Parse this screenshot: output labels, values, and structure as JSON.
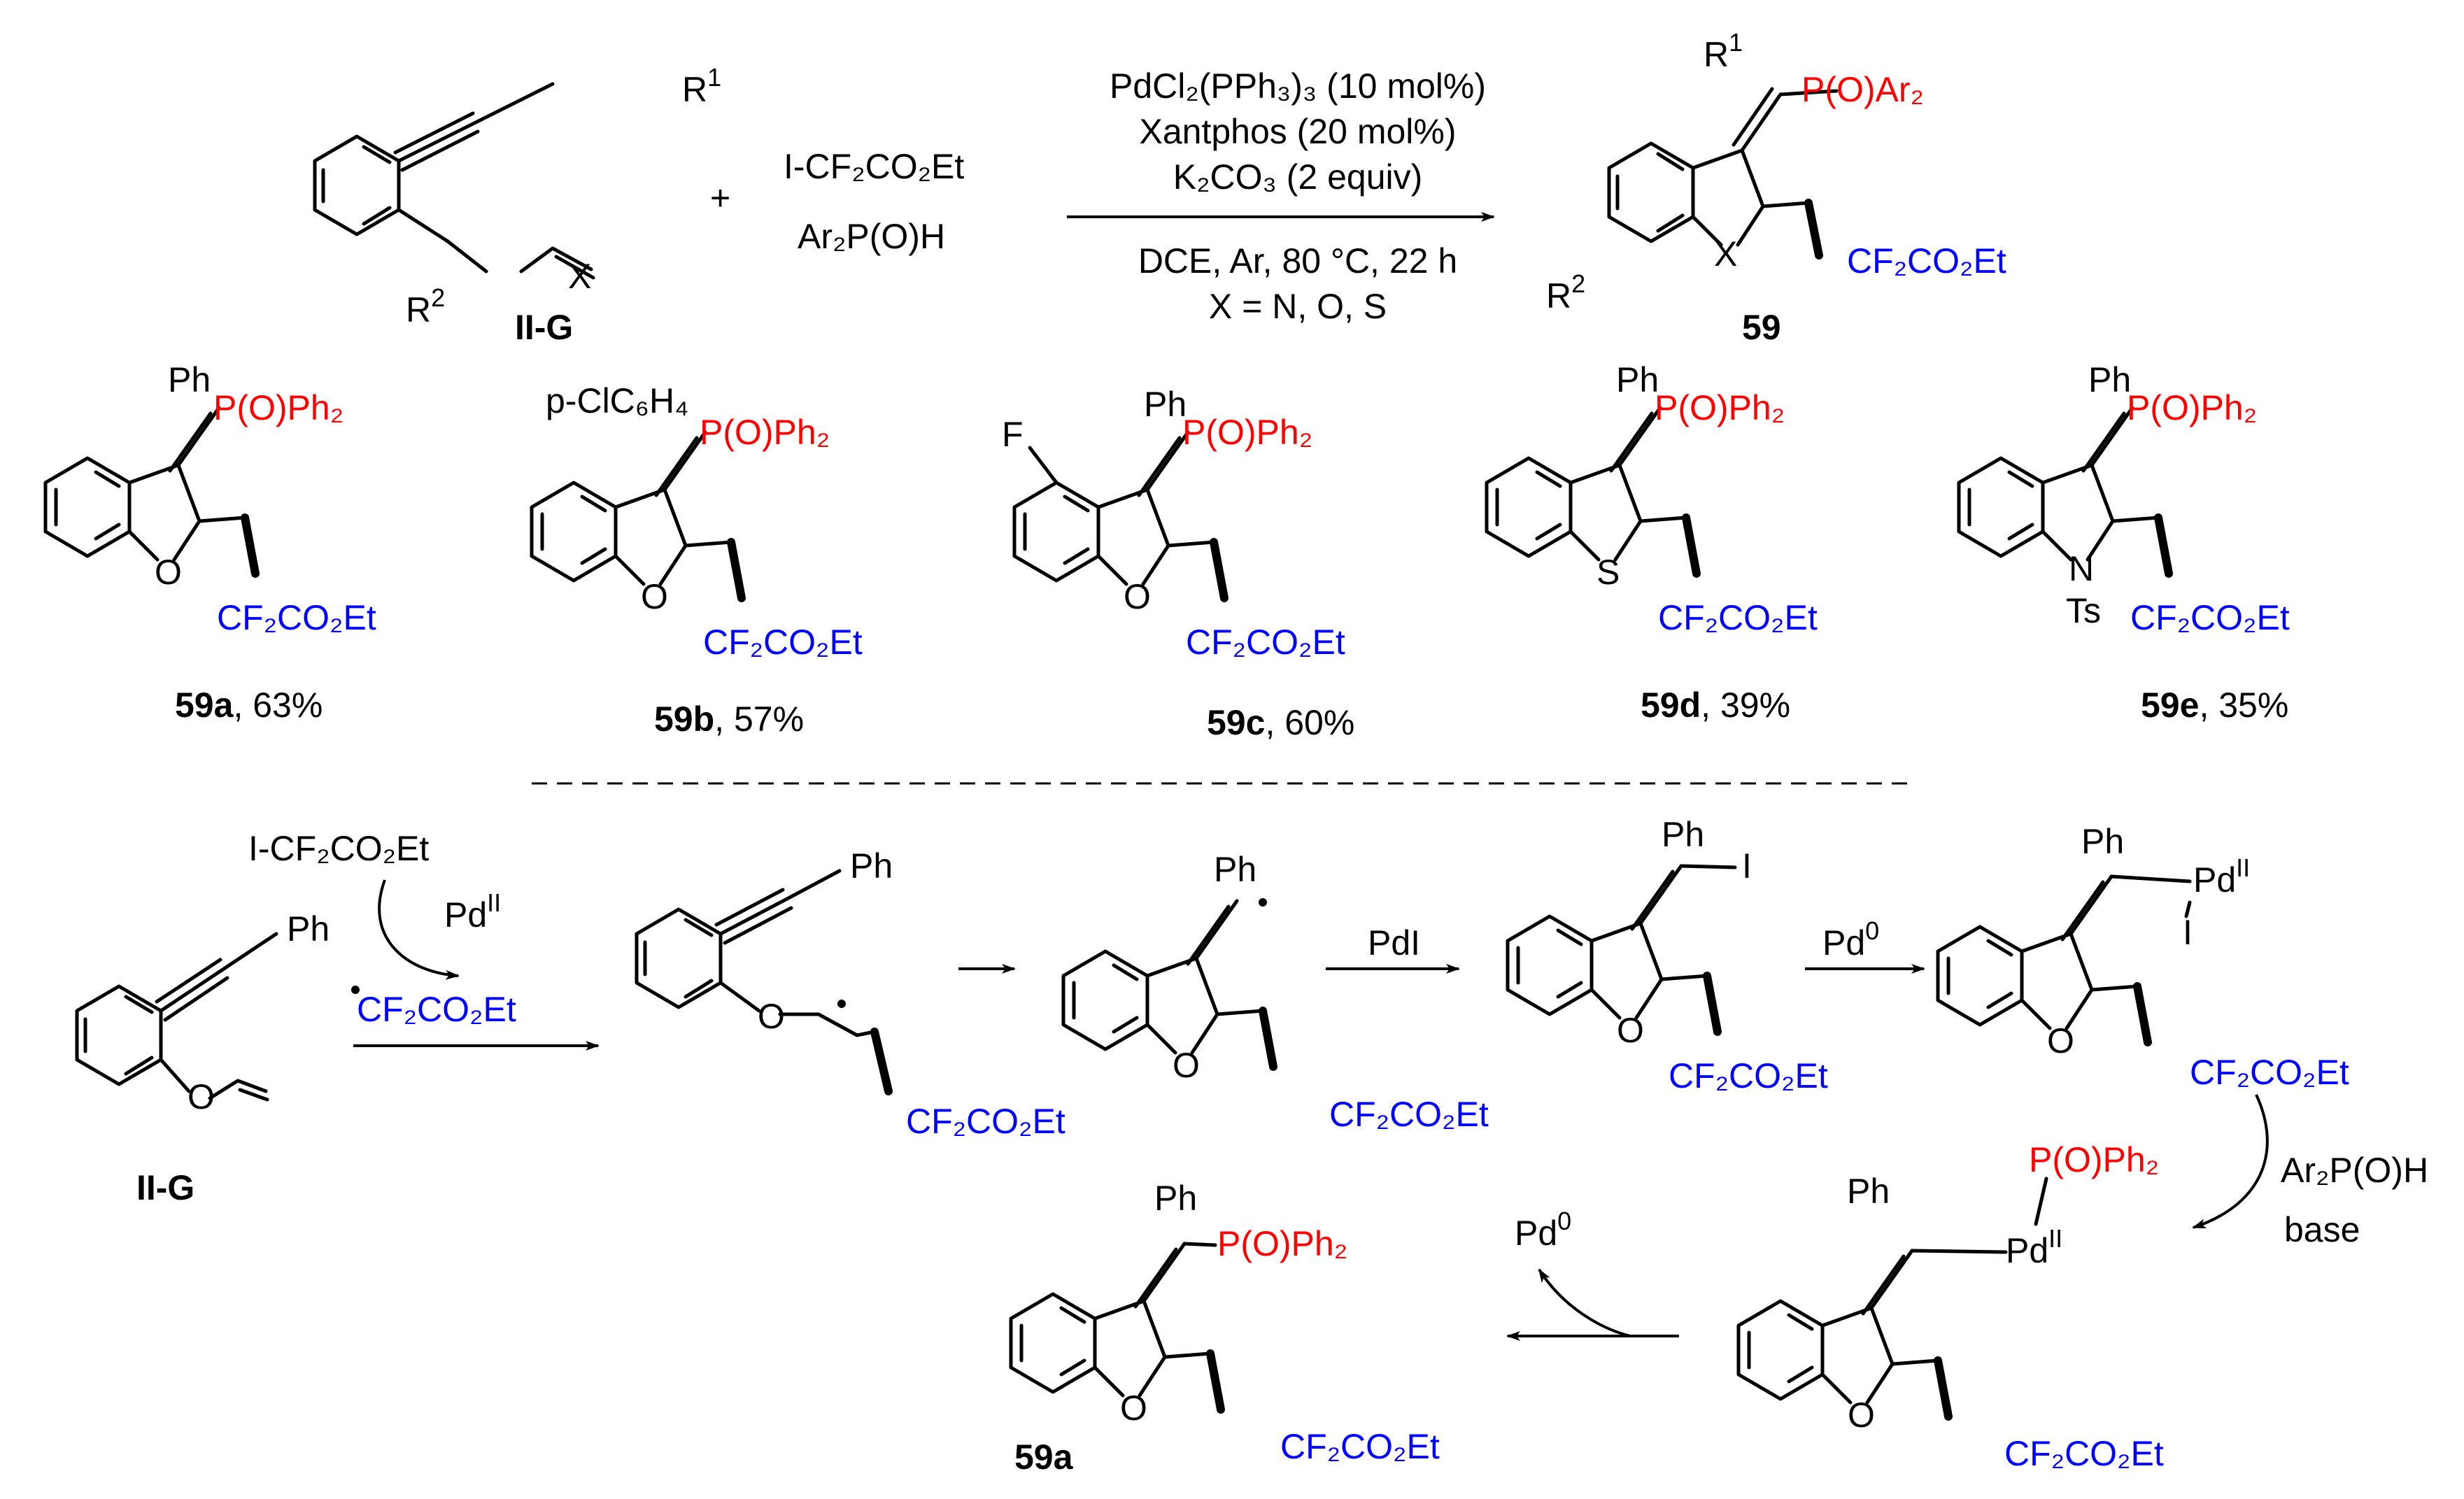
{
  "colors": {
    "phosphine_group": "#ff0000",
    "fluoroalkyl_group": "#0000ff",
    "default": "#000000"
  },
  "top": {
    "substrate_label": "II-G",
    "substituent_r1": "R",
    "substituent_r1_sup": "1",
    "substituent_r2": "R",
    "substituent_r2_sup": "2",
    "heteroatom_x": "X",
    "plus": "+",
    "reagent_1": "I-CF₂CO₂Et",
    "reagent_2": "Ar₂P(O)H",
    "conditions_above": [
      "PdCl₂(PPh₃)₃ (10 mol%)",
      "Xantphos (20 mol%)",
      "K₂CO₃ (2 equiv)"
    ],
    "conditions_below": [
      "DCE, Ar, 80 °C, 22 h",
      "X = N, O, S"
    ],
    "product_label": "59",
    "product_p_group": "P(O)Ar₂",
    "product_cf2_group": "CF₂CO₂Et"
  },
  "examples": [
    {
      "id": "59a",
      "yield": ", 63%",
      "top_group": "Ph",
      "p_group": "P(O)Ph₂",
      "cf2_group": "CF₂CO₂Et",
      "hetero": "O",
      "extra": ""
    },
    {
      "id": "59b",
      "yield": ", 57%",
      "top_group": "p-ClC₆H₄",
      "p_group": "P(O)Ph₂",
      "cf2_group": "CF₂CO₂Et",
      "hetero": "O",
      "extra": ""
    },
    {
      "id": "59c",
      "yield": ", 60%",
      "top_group": "Ph",
      "p_group": "P(O)Ph₂",
      "cf2_group": "CF₂CO₂Et",
      "hetero": "O",
      "extra": "F"
    },
    {
      "id": "59d",
      "yield": ", 39%",
      "top_group": "Ph",
      "p_group": "P(O)Ph₂",
      "cf2_group": "CF₂CO₂Et",
      "hetero": "S",
      "extra": ""
    },
    {
      "id": "59e",
      "yield": ", 35%",
      "top_group": "Ph",
      "p_group": "P(O)Ph₂",
      "cf2_group": "CF₂CO₂Et",
      "hetero": "N",
      "extra": "Ts"
    }
  ],
  "mechanism": {
    "reagent": "I-CF₂CO₂Et",
    "catalyst_pd2": "Pd",
    "catalyst_pd2_sup": "II",
    "radical": "CF₂CO₂Et",
    "substrate_label": "II-G",
    "step_pdi": "PdI",
    "step_pd0": "Pd",
    "step_pd0_sup": "0",
    "reagent_ar2p": "Ar₂P(O)H",
    "reagent_base": "base",
    "release_pd0": "Pd",
    "release_pd0_sup": "0",
    "final_label": "59a",
    "ph": "Ph",
    "iodide": "I",
    "oxygen": "O",
    "pd": "Pd",
    "pd_sup": "II",
    "p_group": "P(O)Ph₂",
    "cf2_group": "CF₂CO₂Et"
  }
}
